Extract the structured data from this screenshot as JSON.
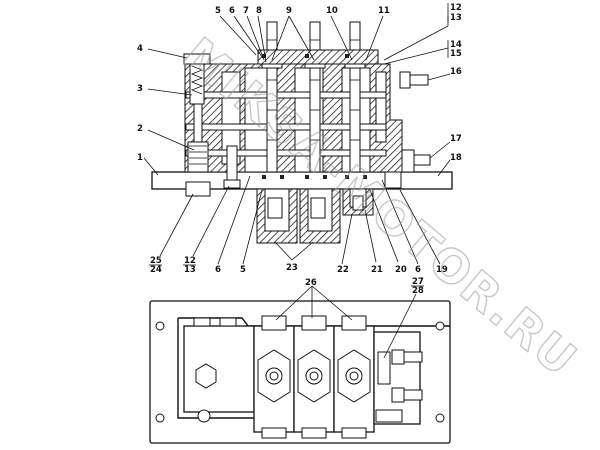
{
  "labels": {
    "l1": "1",
    "l2": "2",
    "l3": "3",
    "l4": "4",
    "l5": "5",
    "l6": "6",
    "l7": "7",
    "l8": "8",
    "l9": "9",
    "l10": "10",
    "l11": "11",
    "l12a": "12",
    "l13a": "13",
    "l14": "14",
    "l15": "15",
    "l16": "16",
    "l17": "17",
    "l18": "18",
    "b25": "25",
    "b24": "24",
    "b12": "12",
    "b13": "13",
    "b6a": "6",
    "b5": "5",
    "b23": "23",
    "b22": "22",
    "b21": "21",
    "b20": "20",
    "b6b": "6",
    "b19": "19",
    "p26": "26",
    "p27": "27",
    "p28": "28"
  },
  "watermark": "MIKSA-MOTOR.RU"
}
